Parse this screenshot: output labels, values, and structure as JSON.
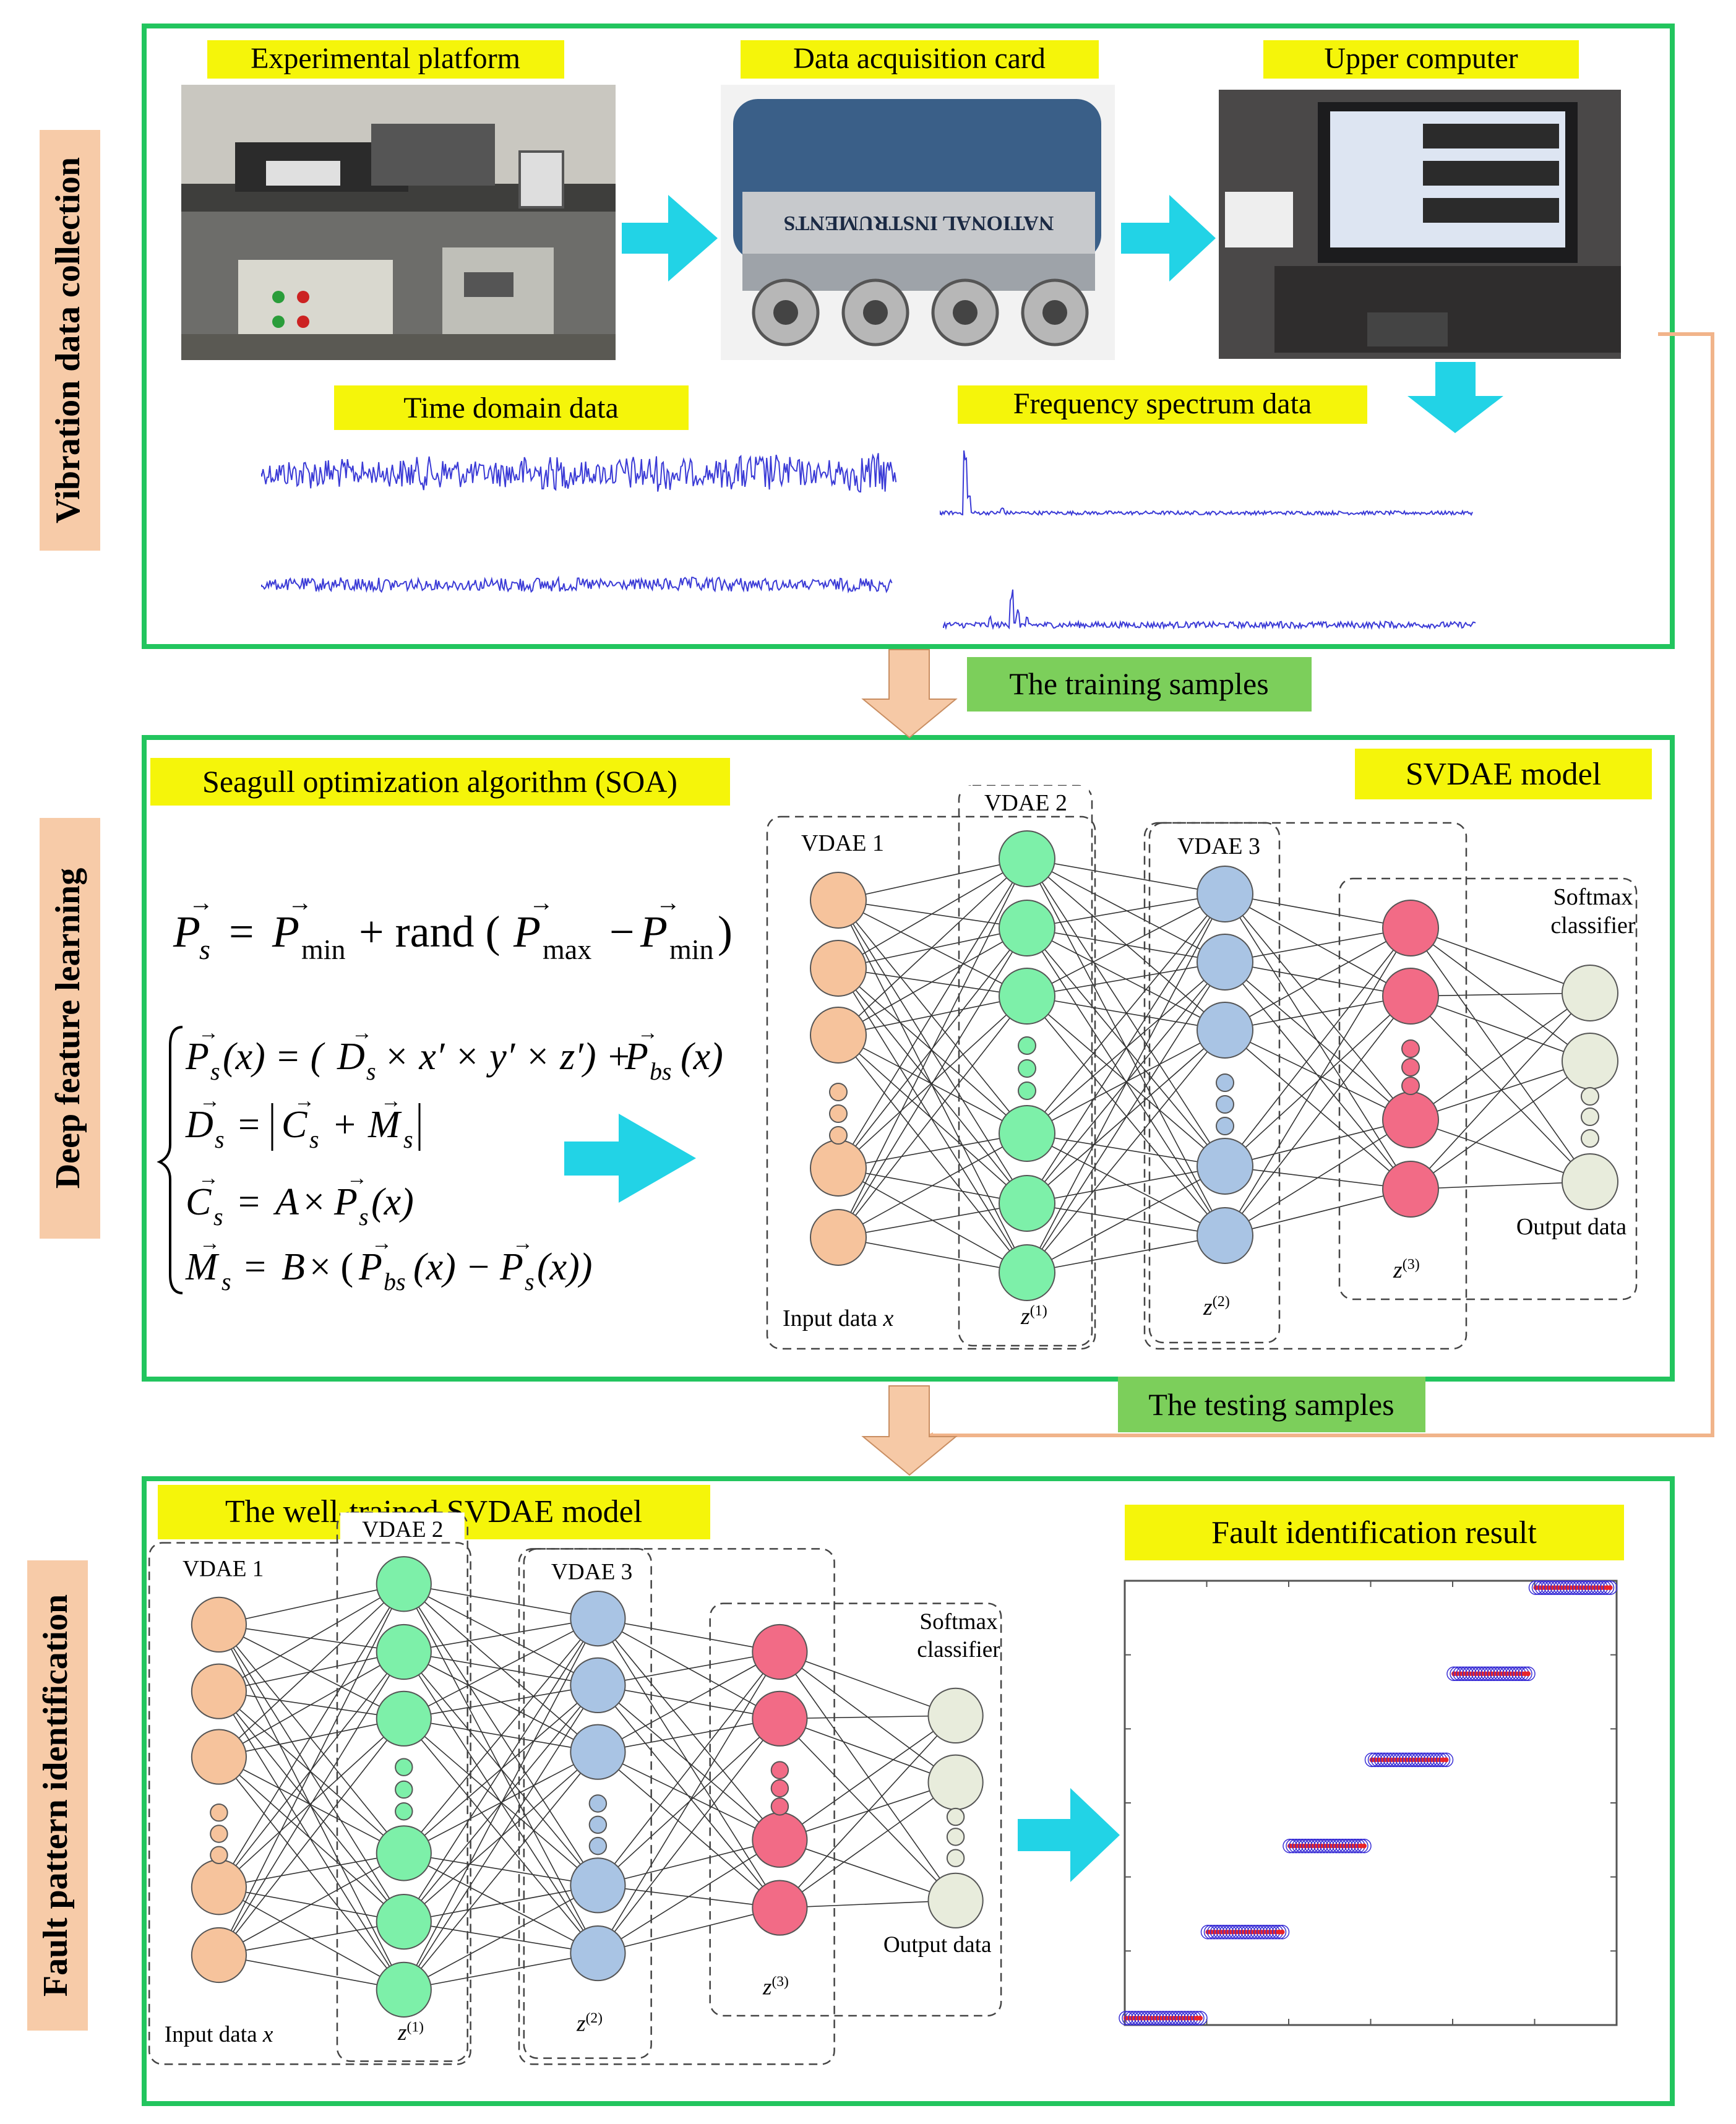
{
  "sections": {
    "collection": {
      "side_label": "Vibration data collection",
      "experimental_platform": "Experimental platform",
      "data_acquisition_card": "Data acquisition card",
      "upper_computer": "Upper computer",
      "time_domain": "Time domain data",
      "frequency_spectrum": "Frequency spectrum data",
      "card_brand": "NATIONAL INSTRUMENTS"
    },
    "learning": {
      "side_label": "Deep feature learning",
      "soa_title": "Seagull optimization algorithm (SOA)",
      "model_title": "SVDAE model"
    },
    "identification": {
      "side_label": "Fault pattern identification",
      "model_title": "The well-trained SVDAE model",
      "result_title": "Fault identification result"
    }
  },
  "transitions": {
    "training_samples": "The training samples",
    "testing_samples": "The testing samples"
  },
  "network": {
    "vdae1": "VDAE 1",
    "vdae2": "VDAE 2",
    "vdae3": "VDAE 3",
    "softmax_line1": "Softmax",
    "softmax_line2": "classifier",
    "input_data": "Input data",
    "input_var": "x",
    "output_data": "Output data",
    "z_letter": "z",
    "z1_sup": "(1)",
    "z2_sup": "(2)",
    "z3_sup": "(3)"
  },
  "equations": {
    "eq_init": "P_s = P_min + rand(P_max − P_min)",
    "eq1": "P_s(x) = (D_s × x′ × y′ × z′) + P_bs(x)",
    "eq2": "D_s = |C_s + M_s|",
    "eq3": "C_s = A × P_s(x)",
    "eq4": "M_s = B × (P_bs(x) − P_s(x))"
  },
  "result_plot": {
    "levels": 6,
    "point_color": "#e8242a",
    "ring_color": "#3a2fd6"
  },
  "colors": {
    "section_border": "#22c55e",
    "title_bg": "#f5f50a",
    "side_bg": "#f7cba8",
    "transition_bg": "#7ccf5b",
    "cyan_arrow": "#22d3e6",
    "peach_arrow": "#f6c9a6",
    "node_input": "#f6c39c",
    "node_z1": "#7df0a9",
    "node_z2": "#a9c4e4",
    "node_z3": "#f26b86",
    "node_out": "#e8ecdc",
    "signal": "#3a3ad6"
  }
}
